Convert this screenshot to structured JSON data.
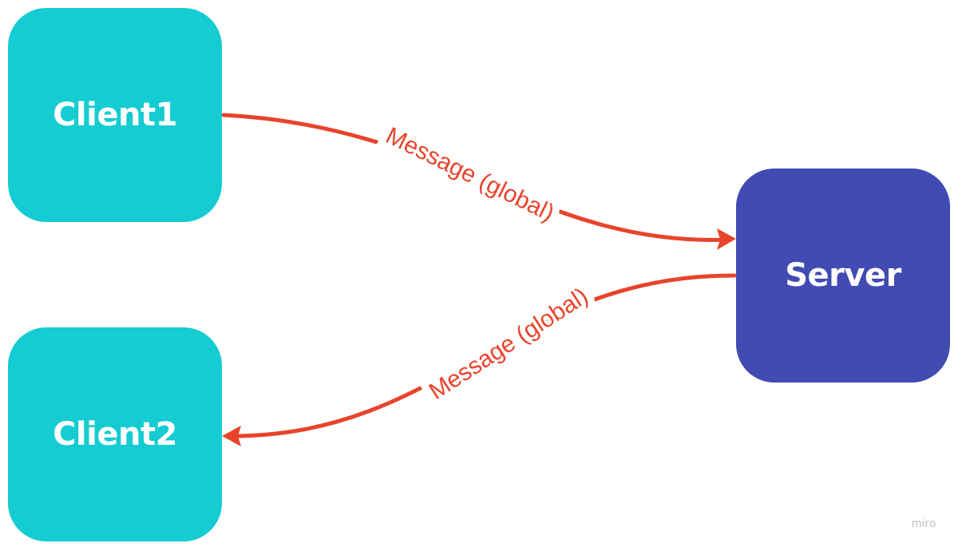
{
  "colors": {
    "client": "#14CCD2",
    "server": "#414BB2",
    "edge": "#E8442C",
    "node_text": "#ffffff"
  },
  "nodes": {
    "client1": {
      "label": "Client1"
    },
    "client2": {
      "label": "Client2"
    },
    "server": {
      "label": "Server"
    }
  },
  "edges": [
    {
      "from": "Client1",
      "to": "Server",
      "label": "Message (global)"
    },
    {
      "from": "Server",
      "to": "Client2",
      "label": "Message (global)"
    }
  ],
  "watermark": "miro"
}
